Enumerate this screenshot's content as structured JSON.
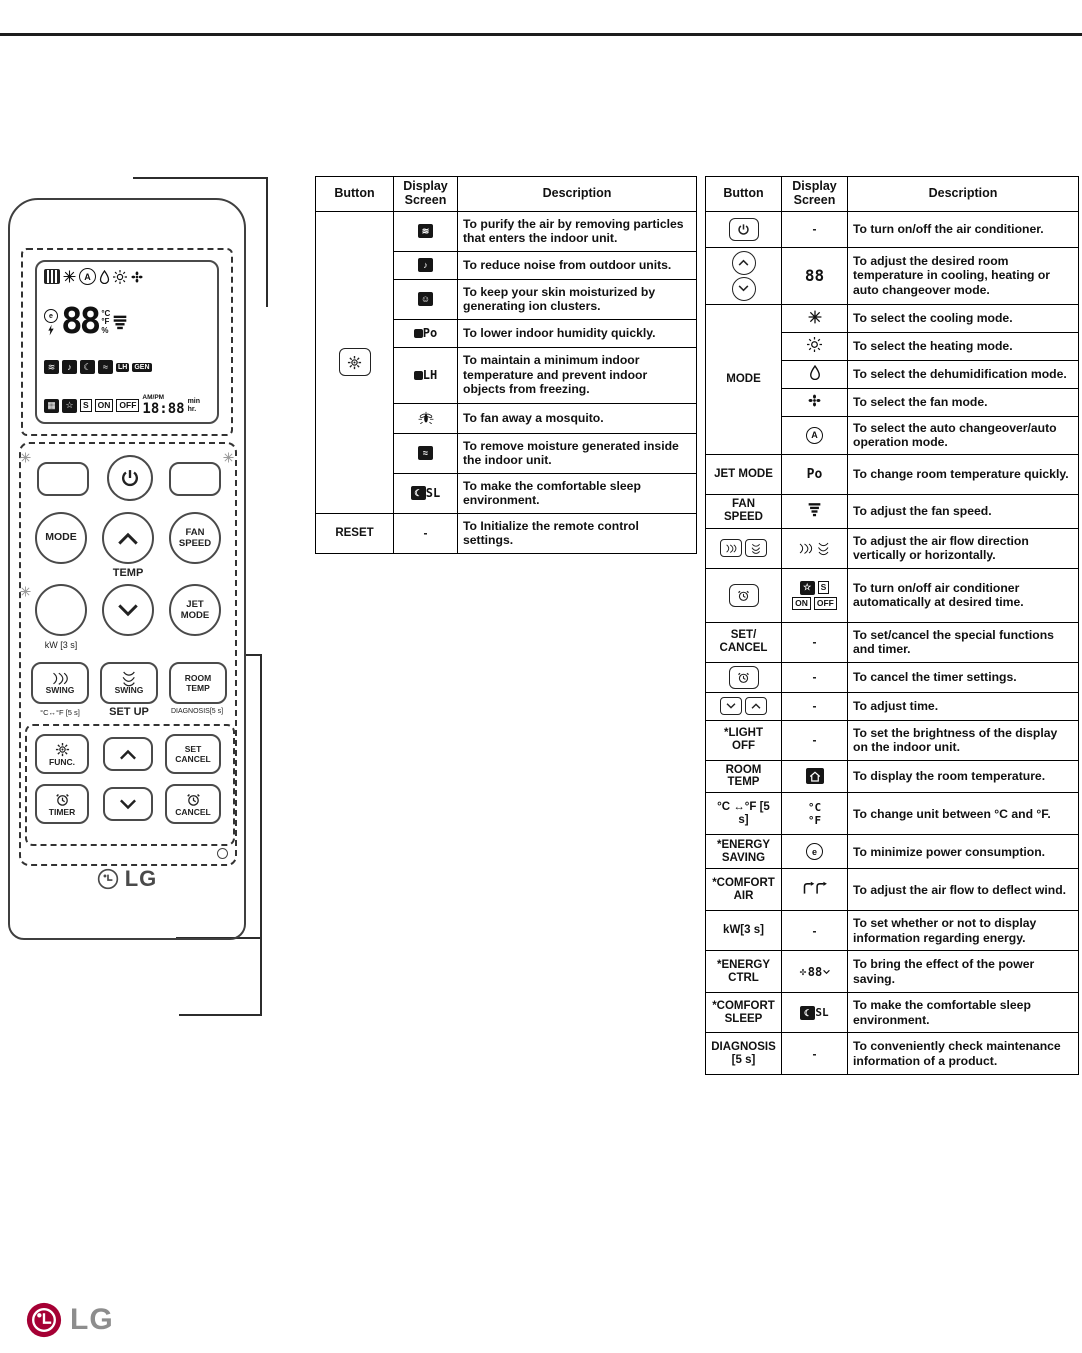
{
  "page": {
    "footer_logo": "LG",
    "remote_logo": "LG"
  },
  "remote": {
    "labels": {
      "mode": "MODE",
      "temp": "TEMP",
      "fan1": "FAN",
      "fan2": "SPEED",
      "jet1": "JET",
      "jet2": "MODE",
      "kw": "kW [3 s]",
      "swing": "SWING",
      "room1": "ROOM",
      "room2": "TEMP",
      "cf": "°C↔°F [5 s]",
      "setup": "SET UP",
      "diagnosis": "DIAGNOSIS[5 s]",
      "func": "FUNC.",
      "set": "SET",
      "set_cancel": "CANCEL",
      "timer": "TIMER",
      "cancel": "CANCEL"
    },
    "lcd": {
      "temp": "88",
      "degc": "°C",
      "degf": "°F",
      "pct": "%",
      "lh": "LH",
      "gen": "GEN",
      "s": "S",
      "on": "ON",
      "off": "OFF",
      "time": "18:88",
      "ampm": "AM/PM",
      "min": "min",
      "hr": "hr."
    }
  },
  "table1": {
    "headers": {
      "button": "Button",
      "display": "Display Screen",
      "description": "Description"
    },
    "rows": [
      {
        "desc": "To purify the air by removing particles that enters the indoor unit."
      },
      {
        "desc": "To reduce noise from outdoor units."
      },
      {
        "desc": "To keep your skin moisturized by generating ion clusters."
      },
      {
        "display": "Po",
        "desc": "To lower indoor humidity quickly."
      },
      {
        "display": "LH",
        "desc": "To maintain a minimum indoor temperature and prevent indoor objects from freezing."
      },
      {
        "desc": "To fan away a mosquito."
      },
      {
        "desc": "To remove moisture generated inside the indoor unit."
      },
      {
        "display": "SL",
        "desc": "To make the comfortable sleep environment."
      }
    ],
    "reset": {
      "button": "RESET",
      "display": "-",
      "desc": "To Initialize the remote control settings."
    }
  },
  "table2": {
    "headers": {
      "button": "Button",
      "display": "Display Screen",
      "description": "Description"
    },
    "power": {
      "display": "-",
      "desc": "To turn on/off the air conditioner."
    },
    "temp": {
      "display": "88",
      "desc": "To adjust the desired room temperature in cooling, heating or auto changeover mode."
    },
    "mode": {
      "button": "MODE",
      "rows": [
        {
          "desc": "To select the cooling mode."
        },
        {
          "desc": "To select the heating mode."
        },
        {
          "desc": "To select the dehumidification mode."
        },
        {
          "desc": "To select the fan mode."
        },
        {
          "desc": "To select the auto changeover/auto operation mode."
        }
      ]
    },
    "jet": {
      "button": "JET MODE",
      "display": "Po",
      "desc": "To change room temperature quickly."
    },
    "fan": {
      "button": "FAN SPEED",
      "desc": "To adjust the fan speed."
    },
    "swing": {
      "desc": "To adjust the air flow direction vertically or horizontally."
    },
    "timer": {
      "s": "S",
      "on": "ON",
      "off": "OFF",
      "desc": "To turn on/off air conditioner automatically at desired time."
    },
    "set_cancel": {
      "button": "SET/ CANCEL",
      "display": "-",
      "desc": "To set/cancel the special functions and timer."
    },
    "cancel_timer": {
      "display": "-",
      "desc": "To cancel the timer settings."
    },
    "adjust_time": {
      "display": "-",
      "desc": "To adjust time."
    },
    "light_off": {
      "button": "*LIGHT OFF",
      "display": "-",
      "desc": "To set the brightness of the display on the indoor unit."
    },
    "room_temp": {
      "button": "ROOM TEMP",
      "desc": "To display the room temperature."
    },
    "c_f": {
      "button": "°C ↔°F [5 s]",
      "degc": "°C",
      "degf": "°F",
      "desc": "To change unit between °C and °F."
    },
    "energy_saving": {
      "button": "*ENERGY SAVING",
      "desc": "To minimize power consumption."
    },
    "comfort_air": {
      "button": "*COMFORT AIR",
      "desc": "To adjust the air flow to deflect wind."
    },
    "kw": {
      "button": "kW[3 s]",
      "display": "-",
      "desc": "To set whether or not to display information regarding energy."
    },
    "energy_ctrl": {
      "button": "*ENERGY CTRL",
      "display": "88",
      "desc": "To bring the effect of the power saving."
    },
    "comfort_sleep": {
      "button": "*COMFORT SLEEP",
      "display": "SL",
      "desc": "To make the comfortable sleep environment."
    },
    "diagnosis": {
      "button": "DIAGNOSIS [5 s]",
      "display": "-",
      "desc": "To conveniently check maintenance information of a product."
    }
  },
  "glyphs": {
    "auto_a": "A",
    "energy_e": "e",
    "purify": "≋",
    "quiet": "♪",
    "ion": "☺",
    "dry": "≈",
    "moon": "☾",
    "calendar": "▦",
    "reserve": "☆"
  }
}
